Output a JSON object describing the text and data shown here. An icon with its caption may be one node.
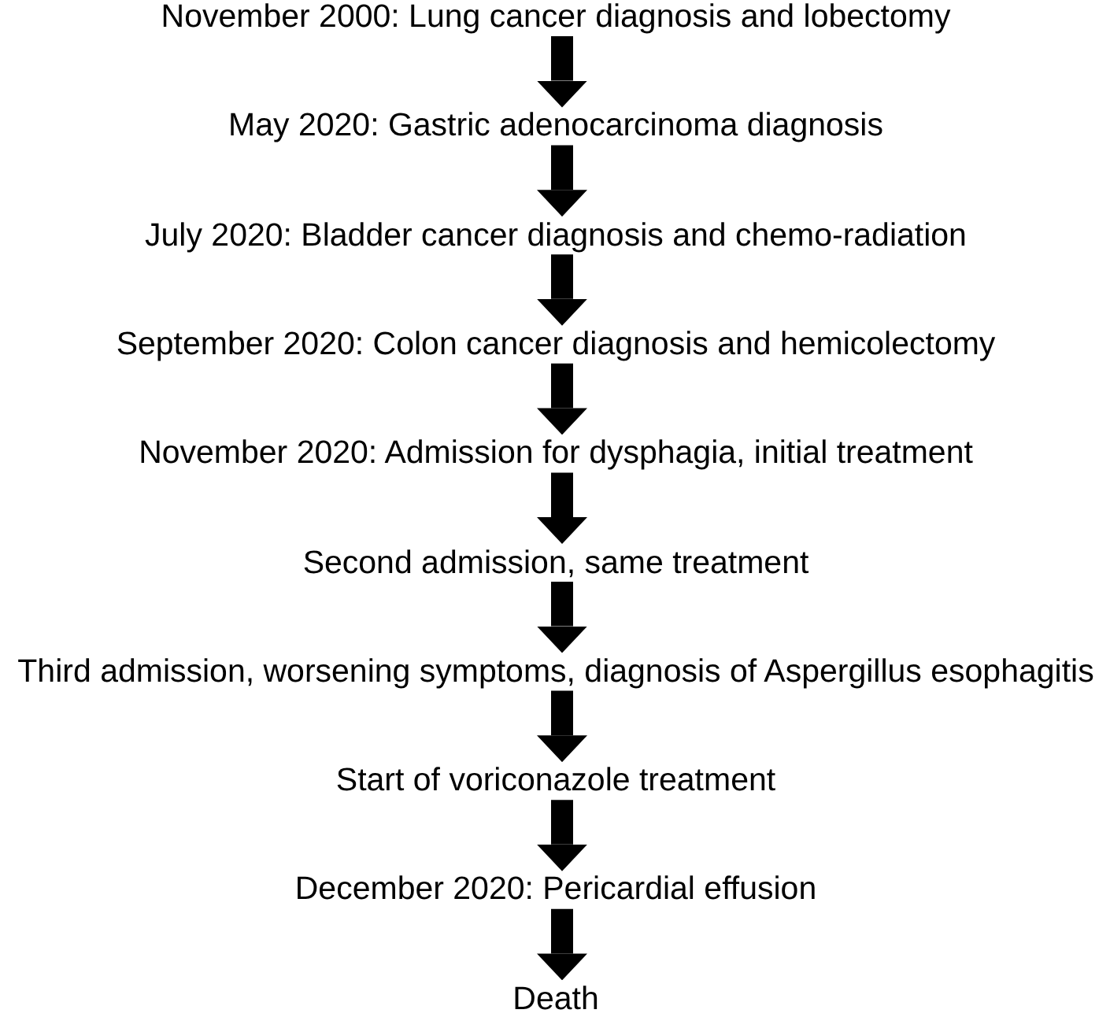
{
  "diagram": {
    "nodes": [
      {
        "text": [
          "November 2000: Lung cancer diagnosis and lobectomy"
        ]
      },
      {
        "text": [
          "May 2020: Gastric adenocarcinoma diagnosis"
        ]
      },
      {
        "text": [
          "July 2020: Bladder cancer diagnosis and chemo-radiation"
        ]
      },
      {
        "text": [
          "September 2020: Colon cancer diagnosis and hemicolectomy"
        ]
      },
      {
        "text": [
          "November 2020: Admission for dysphagia, initial treatment"
        ]
      },
      {
        "text": [
          "Second admission, same treatment"
        ]
      },
      {
        "text": [
          "Third admission, worsening symptoms, diagnosis of Aspergillus esophagitis"
        ]
      },
      {
        "text": [
          "Start of voriconazole treatment"
        ]
      },
      {
        "text": [
          "December 2020: Pericardial effusion"
        ]
      },
      {
        "text": [
          "Death"
        ]
      }
    ],
    "edges": [
      {
        "from": 0,
        "to": 1,
        "arrow": "to"
      },
      {
        "from": 1,
        "to": 2,
        "arrow": "to"
      },
      {
        "from": 2,
        "to": 3,
        "arrow": "to"
      },
      {
        "from": 3,
        "to": 4,
        "arrow": "to"
      },
      {
        "from": 4,
        "to": 5,
        "arrow": "to"
      },
      {
        "from": 5,
        "to": 6,
        "arrow": "to"
      },
      {
        "from": 6,
        "to": 7,
        "arrow": "to"
      },
      {
        "from": 7,
        "to": 8,
        "arrow": "to"
      },
      {
        "from": 8,
        "to": 9,
        "arrow": "to"
      }
    ]
  }
}
